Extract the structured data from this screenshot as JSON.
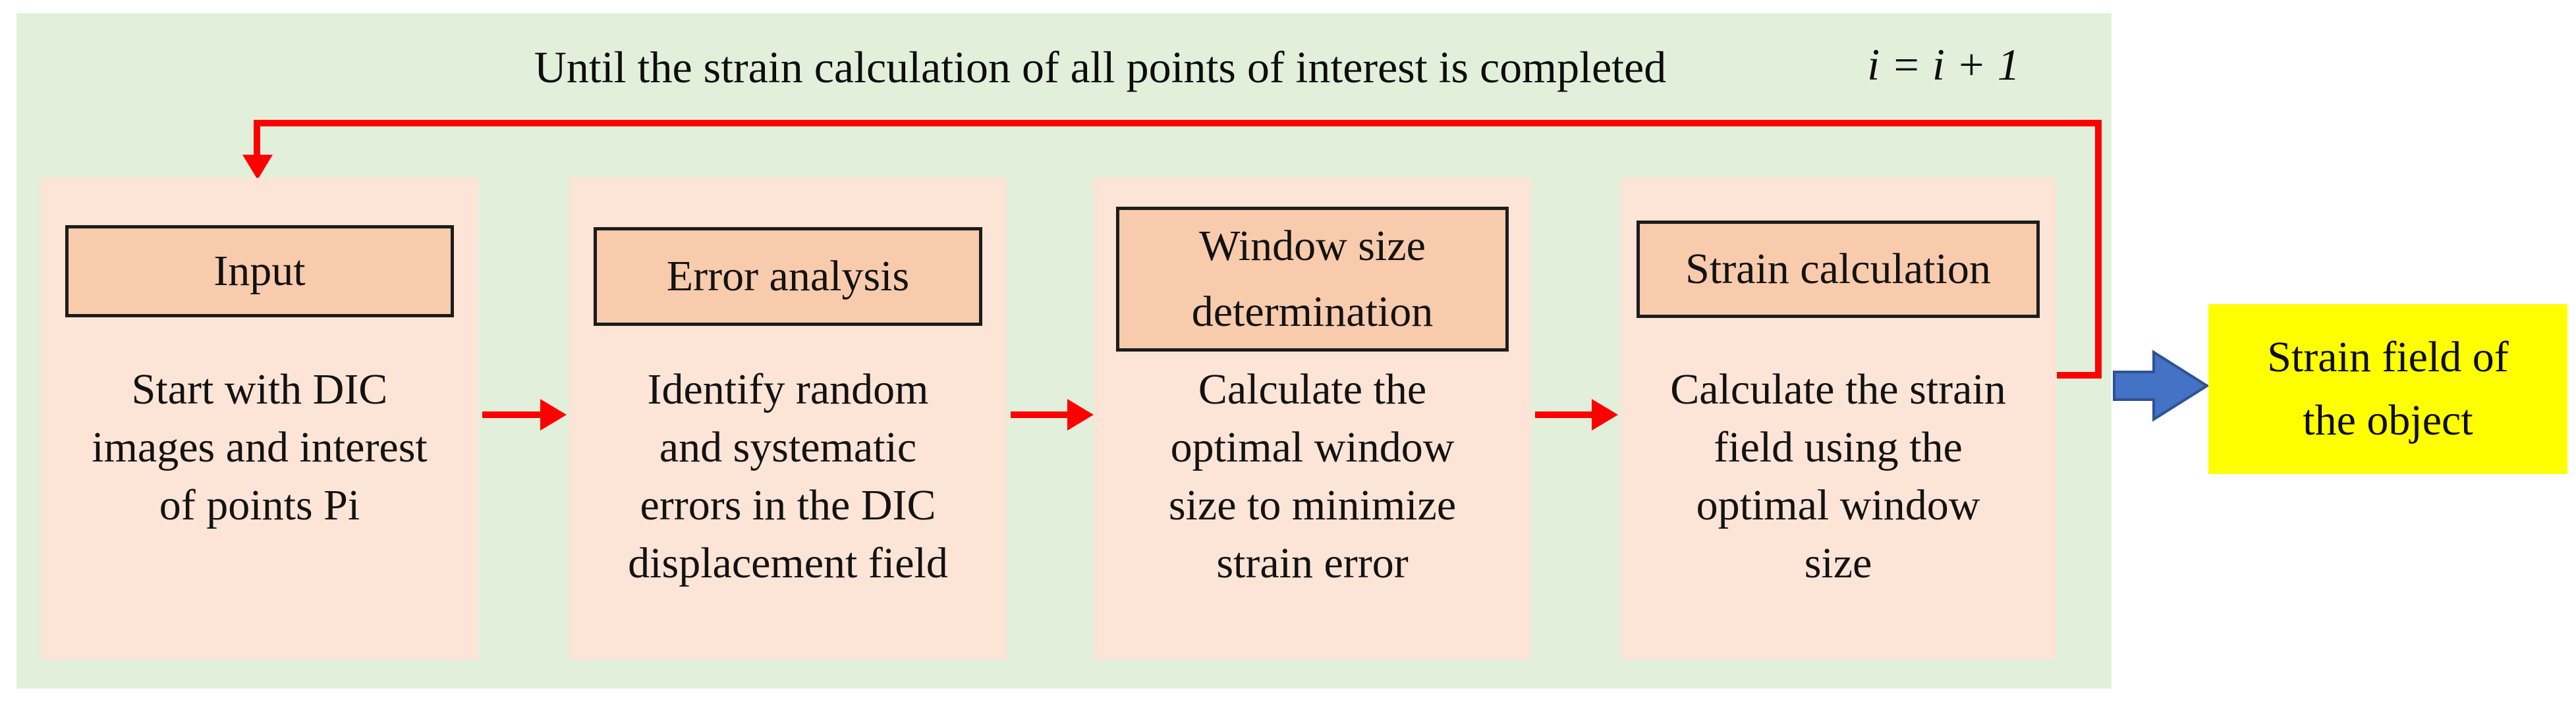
{
  "diagram": {
    "loop_label": "Until the strain calculation of all points of interest is completed",
    "iteration_label": "i = i + 1",
    "steps": [
      {
        "title": "Input",
        "description": "Start with DIC\nimages and interest\nof points Pi"
      },
      {
        "title": "Error analysis",
        "description": "Identify random\nand systematic\nerrors in the DIC\ndisplacement field"
      },
      {
        "title": "Window size\ndetermination",
        "description": "Calculate the\noptimal window\nsize to minimize\nstrain error"
      },
      {
        "title": "Strain calculation",
        "description": "Calculate the strain\nfield using the\noptimal window\nsize"
      }
    ],
    "result_label": "Strain field of\nthe object",
    "colors": {
      "panel_green": "#e2efda",
      "step_fill": "#fce4d6",
      "step_title_fill": "#f8cbad",
      "step_title_border": "#1c1c1c",
      "loop_arrow_red": "#fe0000",
      "result_arrow_blue": "#4472c4",
      "result_arrow_border": "#2e5294",
      "result_fill": "#ffff00",
      "text": "#121212"
    }
  }
}
